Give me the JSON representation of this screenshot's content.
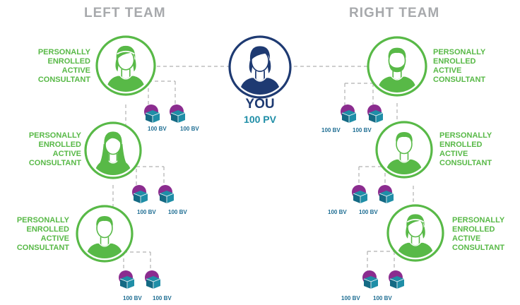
{
  "left_team": {
    "heading": "LEFT TEAM",
    "consultants": [
      {
        "lines": [
          "PERSONALLY",
          "ENROLLED",
          "ACTIVE",
          "CONSULTANT"
        ],
        "bv": [
          "100 BV",
          "100 BV"
        ],
        "figure": "female-headband"
      },
      {
        "lines": [
          "PERSONALLY",
          "ENROLLED",
          "ACTIVE",
          "CONSULTANT"
        ],
        "bv": [
          "100 BV",
          "100 BV"
        ],
        "figure": "female-long-hair"
      },
      {
        "lines": [
          "PERSONALLY",
          "ENROLLED",
          "ACTIVE",
          "CONSULTANT"
        ],
        "bv": [
          "100 BV",
          "100 BV"
        ],
        "figure": "male-short-hair"
      }
    ]
  },
  "right_team": {
    "heading": "RIGHT TEAM",
    "consultants": [
      {
        "lines": [
          "PERSONALLY",
          "ENROLLED",
          "ACTIVE",
          "CONSULTANT"
        ],
        "bv": [
          "100 BV",
          "100 BV"
        ],
        "figure": "male-beard"
      },
      {
        "lines": [
          "PERSONALLY",
          "ENROLLED",
          "ACTIVE",
          "CONSULTANT"
        ],
        "bv": [
          "100 BV",
          "100 BV"
        ],
        "figure": "male-short-hair"
      },
      {
        "lines": [
          "PERSONALLY",
          "ENROLLED",
          "ACTIVE",
          "CONSULTANT"
        ],
        "bv": [
          "100 BV",
          "100 BV"
        ],
        "figure": "female-headband"
      }
    ]
  },
  "you": {
    "title": "YOU",
    "pv": "100 PV",
    "figure": "female-short-hair"
  },
  "colors": {
    "green": "#58b947",
    "navy": "#1e3a72",
    "purple": "#8b2c8f",
    "teal": "#1f8ea7",
    "teal_dark": "#146a84",
    "gray_heading": "#a7a9ac",
    "dashed_line": "#b0b0b0"
  },
  "icons": {
    "order": "purple-circle",
    "product": "box-icon"
  }
}
